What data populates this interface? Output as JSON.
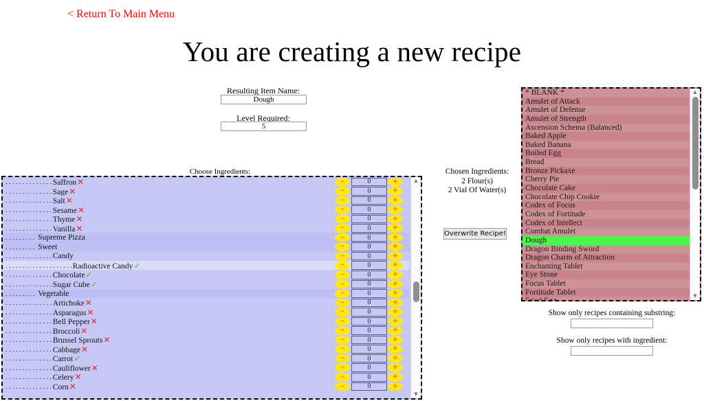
{
  "nav": {
    "return_link": "< Return To Main Menu"
  },
  "header": {
    "title": "You are creating a new recipe"
  },
  "form": {
    "item_name_label": "Resulting Item Name:",
    "item_name_value": "Dough",
    "level_label": "Level Required:",
    "level_value": "5"
  },
  "ingredients": {
    "heading": "Choose Ingredients:",
    "rows": [
      {
        "name": "Saffron",
        "indent": 9,
        "mark": "no",
        "qty": "0",
        "shade": "b"
      },
      {
        "name": "Sage",
        "indent": 9,
        "mark": "no",
        "qty": "0",
        "shade": "b"
      },
      {
        "name": "Salt",
        "indent": 9,
        "mark": "no",
        "qty": "0",
        "shade": "b"
      },
      {
        "name": "Sesame",
        "indent": 9,
        "mark": "no",
        "qty": "0",
        "shade": "b"
      },
      {
        "name": "Thyme",
        "indent": 9,
        "mark": "no",
        "qty": "0",
        "shade": "b"
      },
      {
        "name": "Vanilla",
        "indent": 9,
        "mark": "no",
        "qty": "0",
        "shade": "b"
      },
      {
        "name": "Supreme Pizza",
        "indent": 6,
        "mark": "",
        "qty": "0",
        "shade": "c"
      },
      {
        "name": "Sweet",
        "indent": 6,
        "mark": "",
        "qty": "0",
        "shade": "c"
      },
      {
        "name": "Candy",
        "indent": 9,
        "mark": "",
        "qty": "0",
        "shade": "b"
      },
      {
        "name": "Radioactive Candy",
        "indent": 13,
        "mark": "yes",
        "qty": "0",
        "shade": "a"
      },
      {
        "name": "Chocolate",
        "indent": 9,
        "mark": "yes",
        "qty": "0",
        "shade": "b"
      },
      {
        "name": "Sugar Cube",
        "indent": 9,
        "mark": "yes",
        "qty": "0",
        "shade": "b"
      },
      {
        "name": "Vegetable",
        "indent": 6,
        "mark": "",
        "qty": "0",
        "shade": "c"
      },
      {
        "name": "Artichoke",
        "indent": 9,
        "mark": "no",
        "qty": "0",
        "shade": "b"
      },
      {
        "name": "Asparagus",
        "indent": 9,
        "mark": "no",
        "qty": "0",
        "shade": "b"
      },
      {
        "name": "Bell Pepper",
        "indent": 9,
        "mark": "no",
        "qty": "0",
        "shade": "b"
      },
      {
        "name": "Broccoli",
        "indent": 9,
        "mark": "no",
        "qty": "0",
        "shade": "b"
      },
      {
        "name": "Brussel Sprouts",
        "indent": 9,
        "mark": "no",
        "qty": "0",
        "shade": "b"
      },
      {
        "name": "Cabbage",
        "indent": 9,
        "mark": "no",
        "qty": "0",
        "shade": "b"
      },
      {
        "name": "Carrot",
        "indent": 9,
        "mark": "yes",
        "qty": "0",
        "shade": "b"
      },
      {
        "name": "Cauliflower",
        "indent": 9,
        "mark": "no",
        "qty": "0",
        "shade": "b"
      },
      {
        "name": "Celery",
        "indent": 9,
        "mark": "no",
        "qty": "0",
        "shade": "b"
      },
      {
        "name": "Corn",
        "indent": 9,
        "mark": "no",
        "qty": "0",
        "shade": "b"
      }
    ],
    "minus_label": "-",
    "plus_label": "+"
  },
  "chosen": {
    "heading": "Chosen Ingredients:",
    "items": [
      "2 Flour(s)",
      "2 Vial Of Water(s)"
    ],
    "overwrite_label": "Overwrite Recipe!"
  },
  "recipes": {
    "items": [
      "* BLANK *",
      "Amulet of Attack",
      "Amulet of Defense",
      "Amulet of Strength",
      "Ascension Schema (Balanced)",
      "Baked Apple",
      "Baked Banana",
      "Boiled Egg",
      "Bread",
      "Bronze Pickaxe",
      "Cherry Pie",
      "Chocolate Cake",
      "Chocolate Chip Cookie",
      "Codex of Focus",
      "Codex of Fortitude",
      "Codex of Intellect",
      "Combat Amulet",
      "Dough",
      "Dragon Binding Sword",
      "Dragon Charm of Attraction",
      "Enchanting Tablet",
      "Eye Stone",
      "Focus Tablet",
      "Fortitude Tablet",
      "Fried Egg"
    ],
    "selected": "Dough"
  },
  "filters": {
    "substring_label": "Show only recipes containing substring:",
    "substring_value": "",
    "ingredient_label": "Show only recipes with ingredient:",
    "ingredient_value": ""
  },
  "icons": {
    "scroll_up": "▲",
    "scroll_down": "▼",
    "mark_no": "✕",
    "mark_yes": "✓"
  },
  "colors": {
    "link": "#ff0000",
    "ingredient_bg": "#c8c8f7",
    "recipe_bg": "#cc9296",
    "recipe_alt_bg": "#c9838a",
    "selected_bg": "#4cf74c",
    "spinner_bg": "#ffe712",
    "spinner_fg": "#e07a18"
  }
}
